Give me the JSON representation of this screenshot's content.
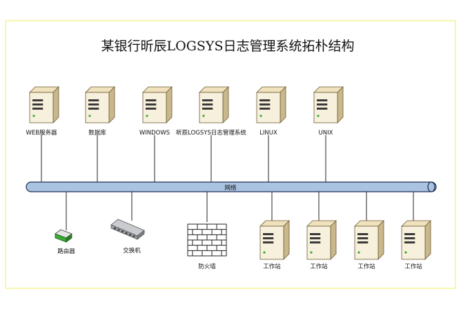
{
  "title": "某银行昕辰LOGSYS日志管理系统拓朴结构",
  "network_label": "网络",
  "colors": {
    "frame": "#f2ec5c",
    "bus_fill": "#a9c3e0",
    "bus_stroke": "#1f2f52",
    "server_body": "#efe2bd",
    "server_front": "#f7f0dc",
    "server_side": "#c9b88b",
    "router_green": "#39a935",
    "switch_gray": "#c9cbcf",
    "brick_stroke": "#222222"
  },
  "top_servers": [
    {
      "label": "WEB服务器",
      "icon": "server-icon"
    },
    {
      "label": "数据库",
      "icon": "server-icon"
    },
    {
      "label": "WINDOWS",
      "icon": "server-icon"
    },
    {
      "label": "昕辰LOGSYS日志管理系统",
      "icon": "server-icon"
    },
    {
      "label": "LINUX",
      "icon": "server-icon"
    },
    {
      "label": "UNIX",
      "icon": "server-icon"
    }
  ],
  "bottom_devices": [
    {
      "label": "路由器",
      "icon": "router-icon"
    },
    {
      "label": "交换机",
      "icon": "switch-icon"
    },
    {
      "label": "防火墙",
      "icon": "firewall-icon"
    },
    {
      "label": "工作站",
      "icon": "server-icon"
    },
    {
      "label": "工作站",
      "icon": "server-icon"
    },
    {
      "label": "工作站",
      "icon": "server-icon"
    },
    {
      "label": "工作站",
      "icon": "server-icon"
    }
  ]
}
